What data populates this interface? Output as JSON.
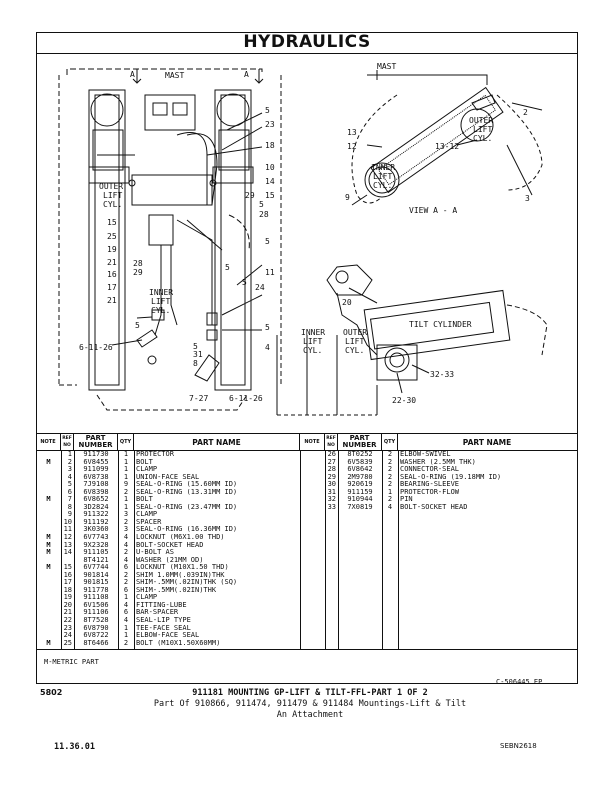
{
  "title": "HYDRAULICS",
  "diagram": {
    "left_labels": {
      "section_a_left": "A",
      "section_a_right": "A",
      "mast": "MAST",
      "outer_lift_cyl": [
        "OUTER",
        "LIFT",
        "CYL."
      ],
      "inner_lift_cyl": [
        "INNER",
        "LIFT",
        "CYL."
      ],
      "refs_left": [
        "15",
        "25",
        "19",
        "21",
        "16",
        "17",
        "21"
      ],
      "refs_right": [
        "5",
        "23",
        "18",
        "10",
        "14",
        "15",
        "29",
        "5",
        "28",
        "5",
        "11",
        "24",
        "5",
        "4"
      ],
      "ref_28_29": [
        "28",
        "29"
      ],
      "ref_5a": "5",
      "ref_5b": "5",
      "ref_5c": "5",
      "ref_5d": "5",
      "ref_31": "31",
      "ref_8": "8",
      "callout_6_11_26_left": "6-11-26",
      "callout_7_27": "7-27",
      "callout_6_11_26_bottom": "6-11-26"
    },
    "view_a": {
      "mast": "MAST",
      "ref_2": "2",
      "ref_13": "13",
      "ref_12": "12",
      "ref_13_12": "13-12",
      "ref_9": "9",
      "ref_3": "3",
      "outer_lift_cyl": [
        "OUTER",
        "LIFT",
        "CYL."
      ],
      "inner_lift_cyl": [
        "INNER",
        "LIFT",
        "CYL."
      ],
      "view_label": "VIEW A - A"
    },
    "tilt_section": {
      "ref_20": "20",
      "tilt_cylinder": "TILT CYLINDER",
      "inner_lift_cyl": [
        "INNER",
        "LIFT",
        "CYL."
      ],
      "outer_lift_cyl": [
        "OUTER",
        "LIFT",
        "CYL."
      ],
      "ref_32_33": "32-33",
      "ref_22_30": "22-30"
    }
  },
  "table": {
    "headers": {
      "note": "NOTE",
      "ref_no": [
        "REF",
        "NO"
      ],
      "part_number": [
        "PART",
        "NUMBER"
      ],
      "qty": "QTY",
      "part_name": "PART NAME"
    },
    "left_rows": [
      {
        "note": "",
        "ref": "1",
        "part": "911730",
        "qty": "1",
        "name": "PROTECTOR"
      },
      {
        "note": "M",
        "ref": "2",
        "part": "6V8455",
        "qty": "1",
        "name": "BOLT"
      },
      {
        "note": "",
        "ref": "3",
        "part": "911099",
        "qty": "1",
        "name": "CLAMP"
      },
      {
        "note": "",
        "ref": "4",
        "part": "6V8738",
        "qty": "1",
        "name": "UNION-FACE SEAL"
      },
      {
        "note": "",
        "ref": "5",
        "part": "7J9108",
        "qty": "9",
        "name": "SEAL-O-RING (15.60MM ID)"
      },
      {
        "note": "",
        "ref": "6",
        "part": "6V8398",
        "qty": "2",
        "name": "SEAL-O-RING (13.31MM ID)"
      },
      {
        "note": "M",
        "ref": "7",
        "part": "6V8652",
        "qty": "1",
        "name": "BOLT"
      },
      {
        "note": "",
        "ref": "8",
        "part": "3D2824",
        "qty": "1",
        "name": "SEAL-O-RING (23.47MM ID)"
      },
      {
        "note": "",
        "ref": "9",
        "part": "911322",
        "qty": "3",
        "name": "CLAMP"
      },
      {
        "note": "",
        "ref": "10",
        "part": "911192",
        "qty": "2",
        "name": "SPACER"
      },
      {
        "note": "",
        "ref": "11",
        "part": "3K0360",
        "qty": "3",
        "name": "SEAL-O-RING (16.36MM ID)"
      },
      {
        "note": "M",
        "ref": "12",
        "part": "6V7743",
        "qty": "4",
        "name": "LOCKNUT (M6X1.00 THD)"
      },
      {
        "note": "M",
        "ref": "13",
        "part": "9X2328",
        "qty": "4",
        "name": "BOLT-SOCKET HEAD"
      },
      {
        "note": "M",
        "ref": "14",
        "part": "911105",
        "qty": "2",
        "name": "U-BOLT AS"
      },
      {
        "note": "",
        "ref": "",
        "part": "8T4121",
        "qty": "4",
        "name": "WASHER (21MM OD)"
      },
      {
        "note": "M",
        "ref": "15",
        "part": "6V7744",
        "qty": "6",
        "name": "LOCKNUT (M10X1.50 THD)"
      },
      {
        "note": "",
        "ref": "16",
        "part": "901814",
        "qty": "2",
        "name": "SHIM 1.0MM(.039IN)THK"
      },
      {
        "note": "",
        "ref": "17",
        "part": "901815",
        "qty": "2",
        "name": "SHIM-.5MM(.02IN)THK (SQ)"
      },
      {
        "note": "",
        "ref": "18",
        "part": "911778",
        "qty": "6",
        "name": "SHIM-.5MM(.02IN)THK"
      },
      {
        "note": "",
        "ref": "19",
        "part": "911108",
        "qty": "1",
        "name": "CLAMP"
      },
      {
        "note": "",
        "ref": "20",
        "part": "6V1506",
        "qty": "4",
        "name": "FITTING-LUBE"
      },
      {
        "note": "",
        "ref": "21",
        "part": "911106",
        "qty": "6",
        "name": "BAR-SPACER"
      },
      {
        "note": "",
        "ref": "22",
        "part": "8T7528",
        "qty": "4",
        "name": "SEAL-LIP TYPE"
      },
      {
        "note": "",
        "ref": "23",
        "part": "6V8790",
        "qty": "1",
        "name": "TEE-FACE SEAL"
      },
      {
        "note": "",
        "ref": "24",
        "part": "6V8722",
        "qty": "1",
        "name": "ELBOW-FACE SEAL"
      },
      {
        "note": "M",
        "ref": "25",
        "part": "8T6466",
        "qty": "2",
        "name": "BOLT (M10X1.50X60MM)"
      }
    ],
    "right_rows": [
      {
        "note": "",
        "ref": "26",
        "part": "8T0252",
        "qty": "2",
        "name": "ELBOW-SWIVEL"
      },
      {
        "note": "",
        "ref": "27",
        "part": "6V5839",
        "qty": "2",
        "name": "WASHER (2.5MM THK)"
      },
      {
        "note": "",
        "ref": "28",
        "part": "6V8642",
        "qty": "2",
        "name": "CONNECTOR-SEAL"
      },
      {
        "note": "",
        "ref": "29",
        "part": "2M9780",
        "qty": "2",
        "name": "SEAL-O-RING (19.18MM ID)"
      },
      {
        "note": "",
        "ref": "30",
        "part": "920619",
        "qty": "2",
        "name": "BEARING-SLEEVE"
      },
      {
        "note": "",
        "ref": "31",
        "part": "911159",
        "qty": "1",
        "name": "PROTECTOR-FLOW"
      },
      {
        "note": "",
        "ref": "32",
        "part": "910944",
        "qty": "2",
        "name": "PIN"
      },
      {
        "note": "",
        "ref": "33",
        "part": "7X0819",
        "qty": "4",
        "name": "BOLT-SOCKET HEAD"
      }
    ]
  },
  "legend": "M-METRIC PART",
  "drawing_no": "C-506445 EP",
  "page_no": "5802",
  "caption_line1": "911181 MOUNTING GP-LIFT & TILT-FFL-PART 1 OF 2",
  "caption_line2": "Part Of 910866, 911474, 911479 & 911484 Mountings-Lift & Tilt",
  "caption_line3": "An Attachment",
  "footer_left": "11.36.01",
  "footer_right": "SEBN2618"
}
